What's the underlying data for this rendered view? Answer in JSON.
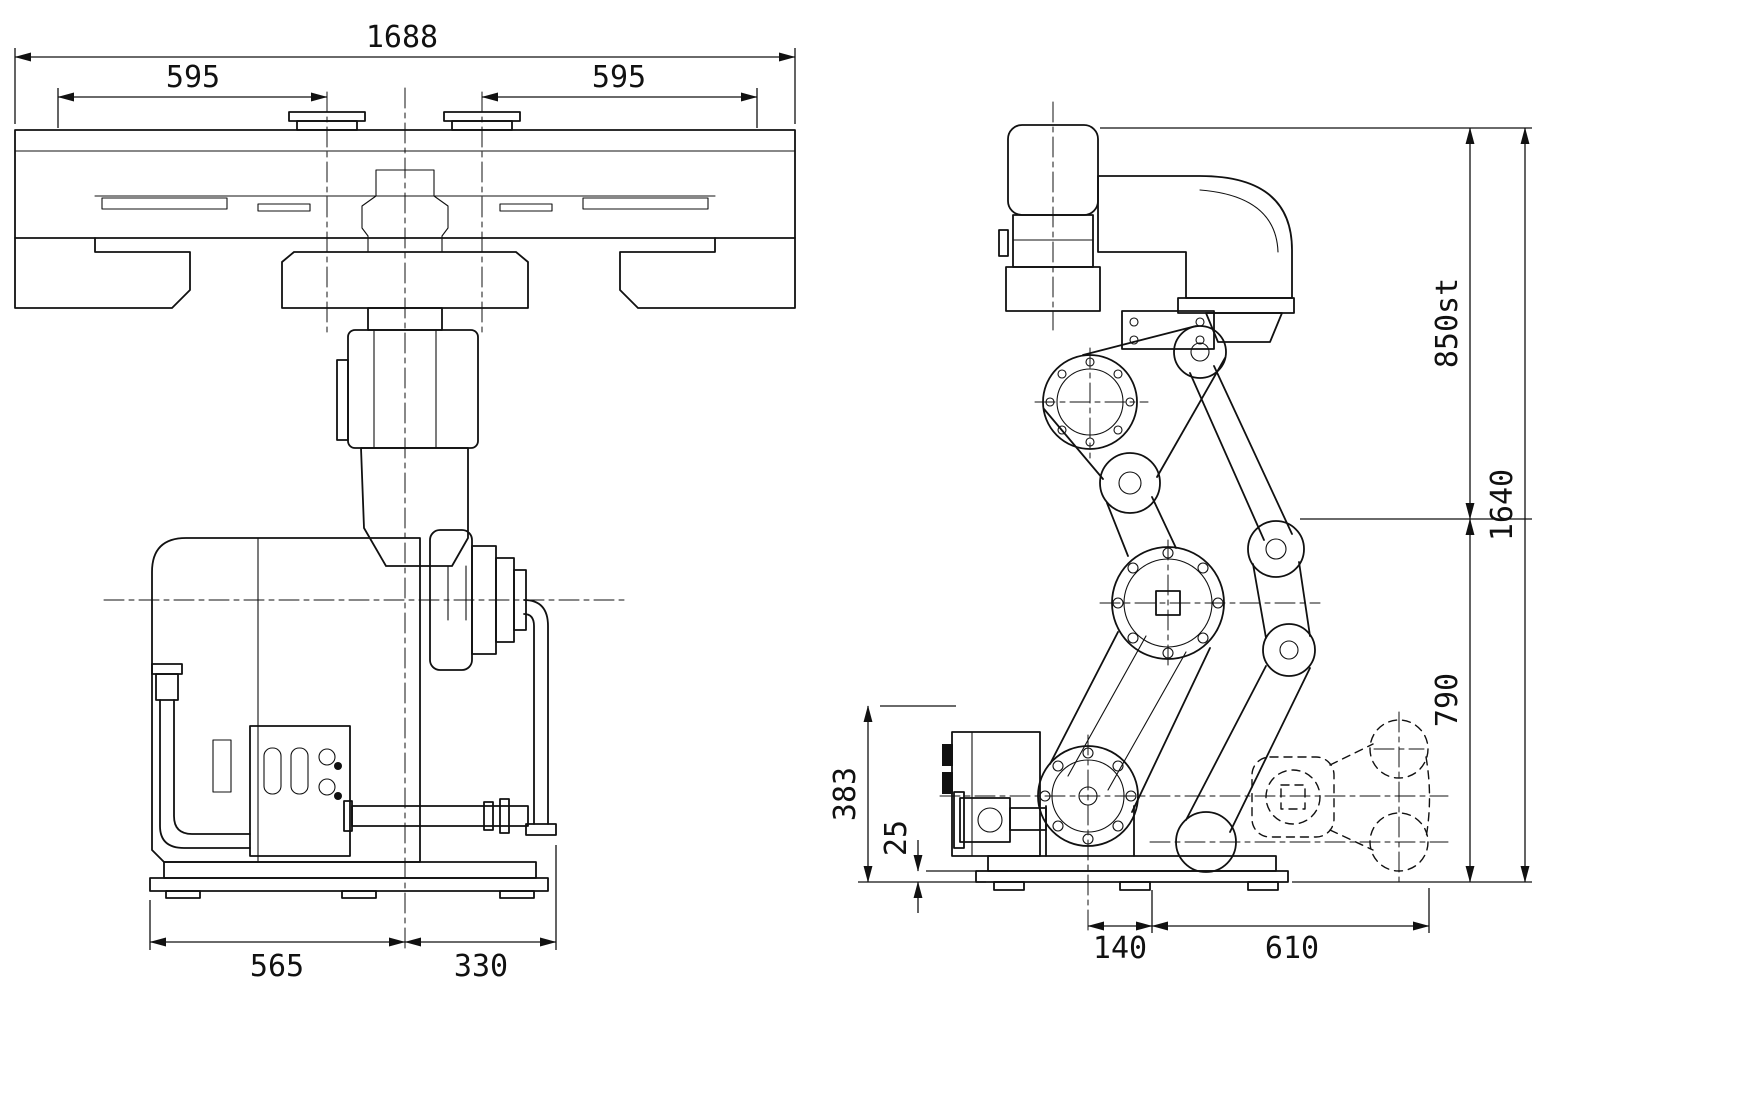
{
  "style": {
    "line_color": "#111111",
    "background": "#ffffff"
  },
  "front_view": {
    "dims": {
      "overall_width": "1688",
      "top_left_span": "595",
      "top_right_span": "595",
      "base_left_span": "565",
      "base_right_span": "330"
    }
  },
  "side_view": {
    "dims": {
      "stroke": "850st",
      "overall_height": "1640",
      "lower_height": "790",
      "base_height": "383",
      "plate_thickness": "25",
      "foot_offset": "140",
      "phantom_reach": "610"
    }
  }
}
